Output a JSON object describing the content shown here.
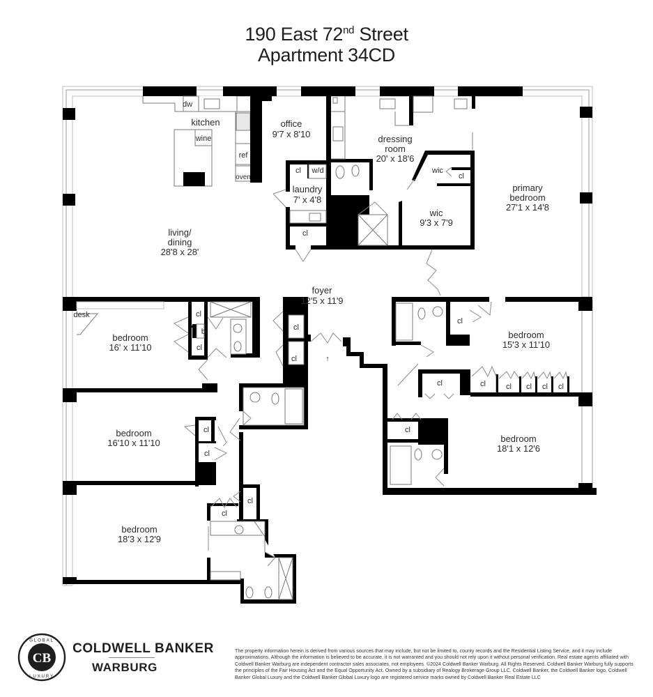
{
  "header": {
    "address_prefix": "190 East 72",
    "address_suffix_sup": "nd",
    "address_tail": " Street",
    "unit": "Apartment 34CD"
  },
  "rooms": {
    "kitchen": {
      "name": "kitchen"
    },
    "living_dining": {
      "name_line1": "living/",
      "name_line2": "dining",
      "dimensions": "28'8 x 28'"
    },
    "office": {
      "name": "office",
      "dimensions": "9'7 x 8'10"
    },
    "laundry": {
      "name": "laundry",
      "dimensions": "7' x 4'8"
    },
    "dressing_room": {
      "name_line1": "dressing",
      "name_line2": "room",
      "dimensions": "20' x 18'6"
    },
    "wic_primary": {
      "name": "wic",
      "dimensions": "9'3 x 7'9"
    },
    "wic_small": {
      "name": "wic"
    },
    "primary_bedroom": {
      "name_line1": "primary",
      "name_line2": "bedroom",
      "dimensions": "27'1 x 14'8"
    },
    "foyer": {
      "name": "foyer",
      "dimensions": "12'5 x 11'9"
    },
    "bedroom_1": {
      "name": "bedroom",
      "dimensions": "16' x 11'10"
    },
    "bedroom_2": {
      "name": "bedroom",
      "dimensions": "16'10 x 11'10"
    },
    "bedroom_3": {
      "name": "bedroom",
      "dimensions": "18'3 x 12'9"
    },
    "bedroom_4": {
      "name": "bedroom",
      "dimensions": "15'3 x 11'10"
    },
    "bedroom_5": {
      "name": "bedroom",
      "dimensions": "18'1 x 12'6"
    }
  },
  "fixtures": {
    "dw": "dw",
    "wine": "wine",
    "ref": "ref",
    "oven": "oven",
    "wd": "w/d",
    "cl": "cl",
    "bi": "bi",
    "desk": "desk"
  },
  "icons": {
    "entry_arrow": "↑"
  },
  "footer": {
    "logo_badge_top": "GLOBAL",
    "logo_badge_bottom": "LUXURY",
    "logo_monogram": "CB",
    "brand_line1": "COLDWELL BANKER",
    "brand_line2": "WARBURG",
    "disclaimer": "The property information herein is derived from various sources that may include, but not be limited to, county records and the Residential Listing Service, and it may include approximations. Although the information is believed to be accurate, it is not warranted and you should not rely upon it without personal verification. Real estate agents affiliated with Coldwell Banker Warburg are independent contractor sales associates, not employees. ©2024 Coldwell Banker Warburg. All Rights Reserved. Coldwell Banker Warburg fully supports the principles of the Fair Housing Act and the Equal Opportunity Act. Owned by a subsidiary of Realogy Brokerage Group LLC. Coldwell Banker, the Coldwell Banker logo, Coldwell Banker Global Luxury and the Coldwell Banker Global Luxury logo are registered service marks owned by Coldwell Banker Real Estate LLC"
  },
  "colors": {
    "wall": "#000000",
    "window": "#bdbdbd",
    "text": "#2a2a2a",
    "background": "#ffffff"
  }
}
